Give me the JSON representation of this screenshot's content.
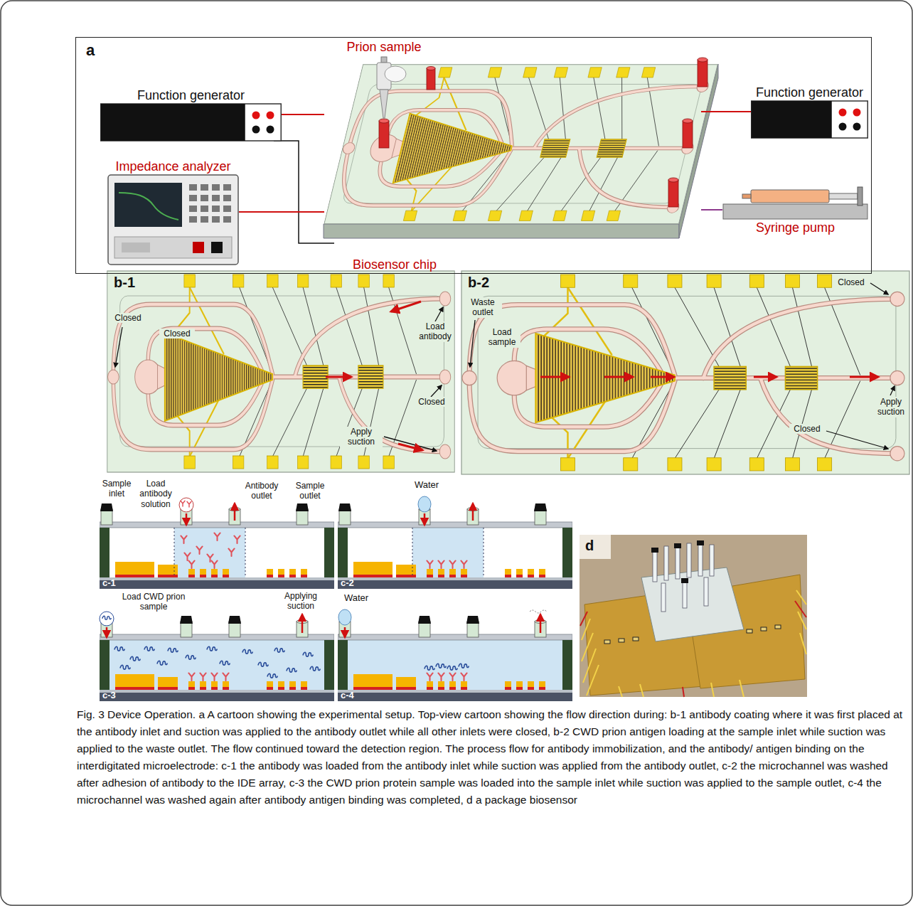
{
  "diagram": {
    "caption": "Fig. 3 Device Operation. a A cartoon showing the experimental setup. Top-view cartoon showing the flow direction during: b-1 antibody coating where it was first placed at the antibody inlet and suction was applied to the antibody outlet while all other inlets were closed, b-2 CWD prion antigen loading at the sample inlet while suction was applied to the waste outlet. The flow continued toward the detection region. The process flow for antibody immobilization, and the antibody/ antigen binding on the interdigitated microelectrode: c-1 the antibody was loaded from the antibody inlet while suction was applied from the antibody outlet, c-2 the microchannel was washed after adhesion of antibody to the IDE array, c-3 the CWD prion protein sample was loaded into the sample inlet while suction was applied to the sample outlet, c-4 the microchannel was washed again after antibody antigen binding was completed, d a package biosensor",
    "nodes": [
      {
        "text": [
          "a"
        ]
      },
      {
        "text": [
          "Function generator"
        ],
        "in": 0
      },
      {
        "text": [
          "Impedance analyzer"
        ],
        "in": 0
      },
      {
        "text": [
          "Biosensor chip"
        ],
        "in": 0
      },
      {
        "text": [
          "Function generator"
        ],
        "in": 0
      },
      {
        "text": [
          "Syringe pump"
        ],
        "in": 0
      },
      {
        "text": [
          "b-1"
        ]
      },
      {
        "text": [
          "b-2"
        ]
      },
      {
        "text": [
          "c-1"
        ]
      },
      {
        "text": [
          "c-2"
        ]
      },
      {
        "text": [
          "c-3"
        ]
      },
      {
        "text": [
          "c-4"
        ]
      },
      {
        "text": [
          "d"
        ]
      }
    ],
    "edges": [
      {
        "from": 1,
        "to": 3,
        "arrow": "none"
      },
      {
        "from": 2,
        "to": 3,
        "arrow": "none"
      },
      {
        "from": 4,
        "to": 3,
        "arrow": "none"
      },
      {
        "from": 5,
        "to": 3,
        "arrow": "none"
      }
    ],
    "labels": [
      "Prion sample",
      "Closed",
      "Closed",
      "Load antibody",
      "Closed",
      "Apply suction",
      "Waste outlet",
      "Load sample",
      "Closed",
      "Apply suction",
      "Closed",
      "Sample inlet",
      "Load antibody solution",
      "Antibody outlet",
      "Sample outlet",
      "Water",
      "Load CWD prion sample",
      "Applying suction",
      "Water"
    ]
  }
}
